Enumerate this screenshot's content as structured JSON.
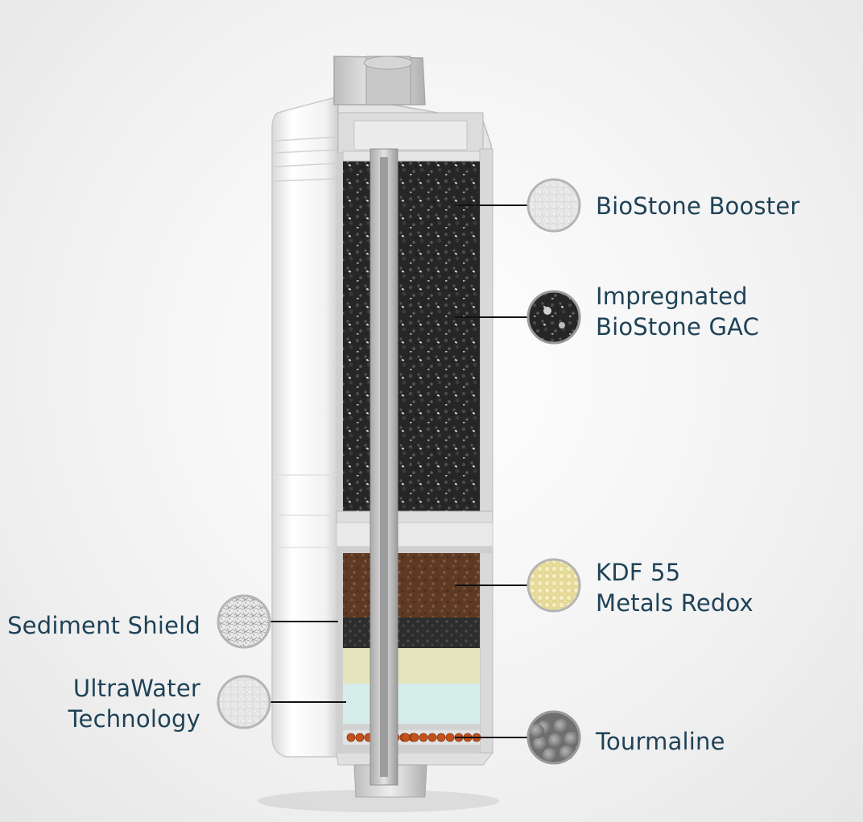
{
  "colors": {
    "label_text": "#1f4257",
    "leader_line": "#111111",
    "housing": "#f4f4f4",
    "carbon": "#2b2b2b",
    "kdf_brown": "#6b4128",
    "sediment_yellow": "#e8e6bc",
    "ultrawater_blue": "#d8efec",
    "tourmaline_orange": "#c2521c"
  },
  "layers": [
    {
      "id": "biostone-booster",
      "label_lines": [
        "BioStone Booster"
      ],
      "swatch_icon": "white-granule-swatch-icon"
    },
    {
      "id": "impregnated-gac",
      "label_lines": [
        "Impregnated",
        "BioStone GAC"
      ],
      "swatch_icon": "activated-carbon-swatch-icon"
    },
    {
      "id": "kdf55",
      "label_lines": [
        "KDF 55",
        "Metals Redox"
      ],
      "swatch_icon": "kdf-granule-swatch-icon"
    },
    {
      "id": "tourmaline",
      "label_lines": [
        "Tourmaline"
      ],
      "swatch_icon": "tourmaline-beads-swatch-icon"
    },
    {
      "id": "sediment-shield",
      "label_lines": [
        "Sediment Shield"
      ],
      "swatch_icon": "fiber-mesh-swatch-icon"
    },
    {
      "id": "ultrawater",
      "label_lines": [
        "UltraWater",
        "Technology"
      ],
      "swatch_icon": "ceramic-ball-swatch-icon"
    }
  ]
}
